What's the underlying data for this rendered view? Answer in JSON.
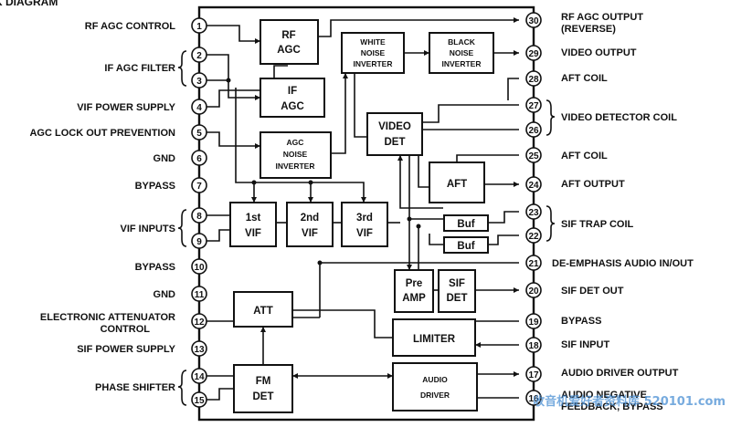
{
  "title_fragment": "K DIAGRAM",
  "left_labels": [
    "RF AGC CONTROL",
    "IF AGC FILTER",
    "VIF POWER SUPPLY",
    "AGC LOCK OUT PREVENTION",
    "GND",
    "BYPASS",
    "VIF INPUTS",
    "BYPASS",
    "GND",
    "ELECTRONIC ATTENUATOR",
    "CONTROL",
    "SIF POWER SUPPLY",
    "PHASE SHIFTER"
  ],
  "right_labels": [
    "RF AGC OUTPUT",
    "(REVERSE)",
    "VIDEO OUTPUT",
    "AFT COIL",
    "VIDEO DETECTOR COIL",
    "AFT COIL",
    "AFT OUTPUT",
    "SIF TRAP COIL",
    "DE-EMPHASIS AUDIO IN/OUT",
    "SIF DET OUT",
    "BYPASS",
    "SIF INPUT",
    "AUDIO DRIVER OUTPUT",
    "AUDIO NEGATIVE",
    "FEEDBACK, BYPASS"
  ],
  "pins_left": [
    "1",
    "2",
    "3",
    "4",
    "5",
    "6",
    "7",
    "8",
    "9",
    "10",
    "11",
    "12",
    "13",
    "14",
    "15"
  ],
  "pins_right": [
    "30",
    "29",
    "28",
    "27",
    "26",
    "25",
    "24",
    "23",
    "22",
    "21",
    "20",
    "19",
    "18",
    "17",
    "16"
  ],
  "blocks": {
    "rf_agc": [
      "RF",
      "AGC"
    ],
    "if_agc": [
      "IF",
      "AGC"
    ],
    "agc_noise_inverter": [
      "AGC",
      "NOISE",
      "INVERTER"
    ],
    "white_noise_inverter": [
      "WHITE",
      "NOISE",
      "INVERTER"
    ],
    "black_noise_inverter": [
      "BLACK",
      "NOISE",
      "INVERTER"
    ],
    "video_det": [
      "VIDEO",
      "DET"
    ],
    "aft": [
      "AFT"
    ],
    "vif1": [
      "1st",
      "VIF"
    ],
    "vif2": [
      "2nd",
      "VIF"
    ],
    "vif3": [
      "3rd",
      "VIF"
    ],
    "buf_upper": [
      "Buf"
    ],
    "buf_lower": [
      "Buf"
    ],
    "pre_amp": [
      "Pre",
      "AMP"
    ],
    "sif_det": [
      "SIF",
      "DET"
    ],
    "att": [
      "ATT"
    ],
    "limiter": [
      "LIMITER"
    ],
    "fm_det": [
      "FM",
      "DET"
    ],
    "audio_driver": [
      "AUDIO",
      "DRIVER"
    ]
  },
  "watermark": "收音机爱好者资料库 520101.com"
}
